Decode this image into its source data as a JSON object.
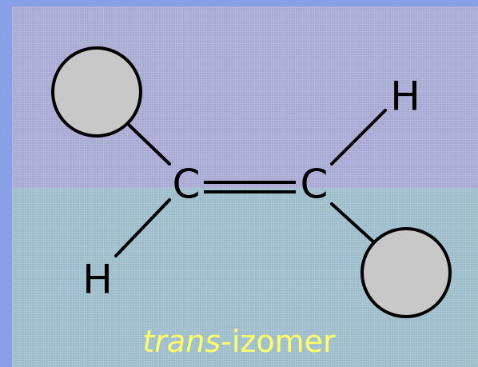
{
  "molecule": {
    "atoms": {
      "carbon_left": "C",
      "carbon_right": "C",
      "hydrogen_top_right": "H",
      "hydrogen_bottom_left": "H"
    }
  },
  "caption": {
    "prefix": "trans",
    "suffix": "-izomer"
  },
  "colors": {
    "caption": "#ffff66",
    "substituent_fill": "#c8c8c8",
    "bond": "#000000"
  }
}
